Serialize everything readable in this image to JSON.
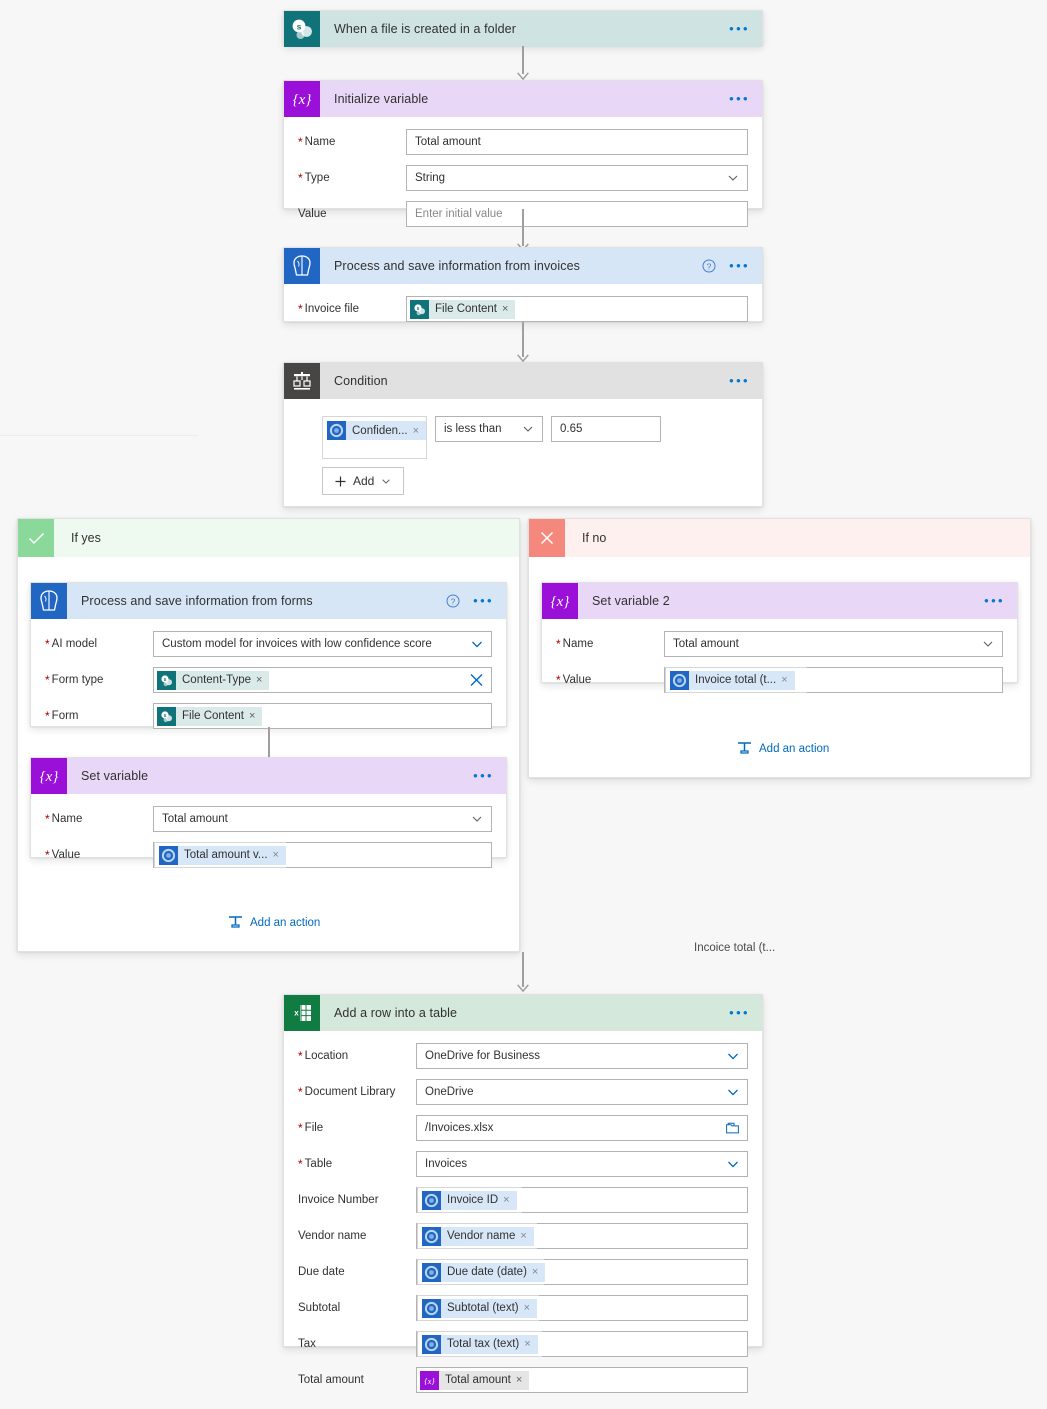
{
  "flow": {
    "trigger": {
      "title": "When a file is created in a folder",
      "icon": "sharepoint-icon",
      "menu": "•••"
    },
    "initialize_variable": {
      "title": "Initialize variable",
      "icon": "variable-icon",
      "menu": "•••",
      "fields": [
        {
          "label": "Name",
          "required": true,
          "value": "Total amount",
          "control": "text"
        },
        {
          "label": "Type",
          "required": true,
          "value": "String",
          "control": "dropdown"
        },
        {
          "label": "Value",
          "required": false,
          "value": "Enter initial value",
          "control": "text",
          "placeholder": true
        }
      ]
    },
    "process_invoices": {
      "title": "Process and save information from invoices",
      "icon": "ai-builder-icon",
      "help": "?",
      "menu": "•••",
      "field_label": "Invoice file",
      "field_required": true,
      "token": {
        "label": "File Content",
        "icon": "sharepoint-icon",
        "remove": "×",
        "kind": "sharepoint"
      }
    },
    "condition": {
      "title": "Condition",
      "icon": "condition-icon",
      "menu": "•••",
      "left_token": {
        "label": "Confiden...",
        "icon": "ai-builder-token-icon",
        "remove": "×",
        "kind": "ai"
      },
      "operator": "is less than",
      "right_value": "0.65",
      "add_button": "Add",
      "add_plus": "+"
    },
    "if_yes": {
      "title": "If yes",
      "icon": "check-icon",
      "process_forms": {
        "title": "Process and save information from  forms",
        "icon": "ai-builder-icon",
        "help": "?",
        "menu": "•••",
        "fields": [
          {
            "label": "AI model",
            "required": true,
            "value": "Custom model for invoices with low confidence score",
            "control": "dropdown"
          },
          {
            "label": "Form type",
            "required": true,
            "control": "token-clear",
            "token": {
              "label": "Content-Type",
              "icon": "sharepoint-icon",
              "remove": "×",
              "kind": "sharepoint"
            },
            "clear": "×"
          },
          {
            "label": "Form",
            "required": true,
            "control": "token",
            "token": {
              "label": "File Content",
              "icon": "sharepoint-icon",
              "remove": "×",
              "kind": "sharepoint"
            }
          }
        ]
      },
      "set_variable": {
        "title": "Set variable",
        "icon": "variable-icon",
        "menu": "•••",
        "fields": [
          {
            "label": "Name",
            "required": true,
            "value": "Total amount",
            "control": "dropdown"
          },
          {
            "label": "Value",
            "required": true,
            "control": "token",
            "token": {
              "label": "Total amount v...",
              "icon": "ai-builder-token-icon",
              "remove": "×",
              "kind": "ai"
            }
          }
        ]
      },
      "add_action": "Add an action"
    },
    "if_no": {
      "title": "If no",
      "icon": "close-icon",
      "set_variable_2": {
        "title": "Set variable 2",
        "icon": "variable-icon",
        "menu": "•••",
        "fields": [
          {
            "label": "Name",
            "required": true,
            "value": "Total amount",
            "control": "dropdown"
          },
          {
            "label": "Value",
            "required": true,
            "control": "token",
            "token": {
              "label": "Invoice total (t...",
              "icon": "ai-builder-token-icon",
              "remove": "×",
              "kind": "ai"
            }
          }
        ]
      },
      "add_action": "Add an action"
    },
    "floating_text": "Incoice total (t...",
    "add_row": {
      "title": "Add a row into a table",
      "icon": "excel-icon",
      "menu": "•••",
      "fields": [
        {
          "label": "Location",
          "required": true,
          "value": "OneDrive for Business",
          "control": "dropdown"
        },
        {
          "label": "Document Library",
          "required": true,
          "value": "OneDrive",
          "control": "dropdown"
        },
        {
          "label": "File",
          "required": true,
          "value": "/Invoices.xlsx",
          "control": "file"
        },
        {
          "label": "Table",
          "required": true,
          "value": "Invoices",
          "control": "dropdown"
        },
        {
          "label": "Invoice Number",
          "required": false,
          "control": "token",
          "token": {
            "label": "Invoice ID",
            "icon": "ai-builder-token-icon",
            "remove": "×",
            "kind": "ai"
          }
        },
        {
          "label": "Vendor name",
          "required": false,
          "control": "token",
          "token": {
            "label": "Vendor name",
            "icon": "ai-builder-token-icon",
            "remove": "×",
            "kind": "ai"
          }
        },
        {
          "label": "Due date",
          "required": false,
          "control": "token",
          "token": {
            "label": "Due date (date)",
            "icon": "ai-builder-token-icon",
            "remove": "×",
            "kind": "ai"
          }
        },
        {
          "label": "Subtotal",
          "required": false,
          "control": "token",
          "token": {
            "label": "Subtotal (text)",
            "icon": "ai-builder-token-icon",
            "remove": "×",
            "kind": "ai"
          }
        },
        {
          "label": "Tax",
          "required": false,
          "control": "token",
          "token": {
            "label": "Total tax (text)",
            "icon": "ai-builder-token-icon",
            "remove": "×",
            "kind": "ai"
          }
        },
        {
          "label": "Total amount",
          "required": false,
          "control": "token",
          "token": {
            "label": "Total amount",
            "icon": "variable-token-icon",
            "remove": "×",
            "kind": "var"
          }
        }
      ]
    }
  },
  "colors": {
    "sharepoint": "#11737a",
    "variable_purple": "#9b10d8",
    "ai_blue": "#2266c4",
    "condition_gray": "#484644",
    "excel_green": "#107c41",
    "yes_green": "#8ad89a",
    "no_red": "#f4887c",
    "link_blue": "#0069c0",
    "required_red": "#a80000",
    "canvas_bg": "#f7f7f7"
  }
}
